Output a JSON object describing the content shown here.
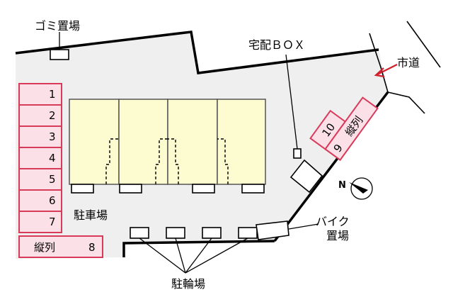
{
  "labels": {
    "gomi": "ゴミ置場",
    "takuhai": "宅配ＢＯＸ",
    "shido": "市道",
    "parking": "駐車場",
    "bike_line1": "バイク",
    "bike_line2": "置場",
    "bicycle": "駐輪場"
  },
  "parking_slots": [
    "1",
    "2",
    "3",
    "4",
    "5",
    "6",
    "7"
  ],
  "slot8": {
    "prefix": "縦列",
    "number": "8"
  },
  "angled_slots": {
    "slot9": "9",
    "slot10": "10",
    "slot9_text": "縦列"
  },
  "compass": {
    "letter": "N",
    "direction": "northwest"
  },
  "colors": {
    "slot_fill": "#fbe0e8",
    "slot_border": "#d83a5a",
    "building_fill": "#fdfbd0",
    "arrow": "#d0202c",
    "lot": "#efefef"
  }
}
